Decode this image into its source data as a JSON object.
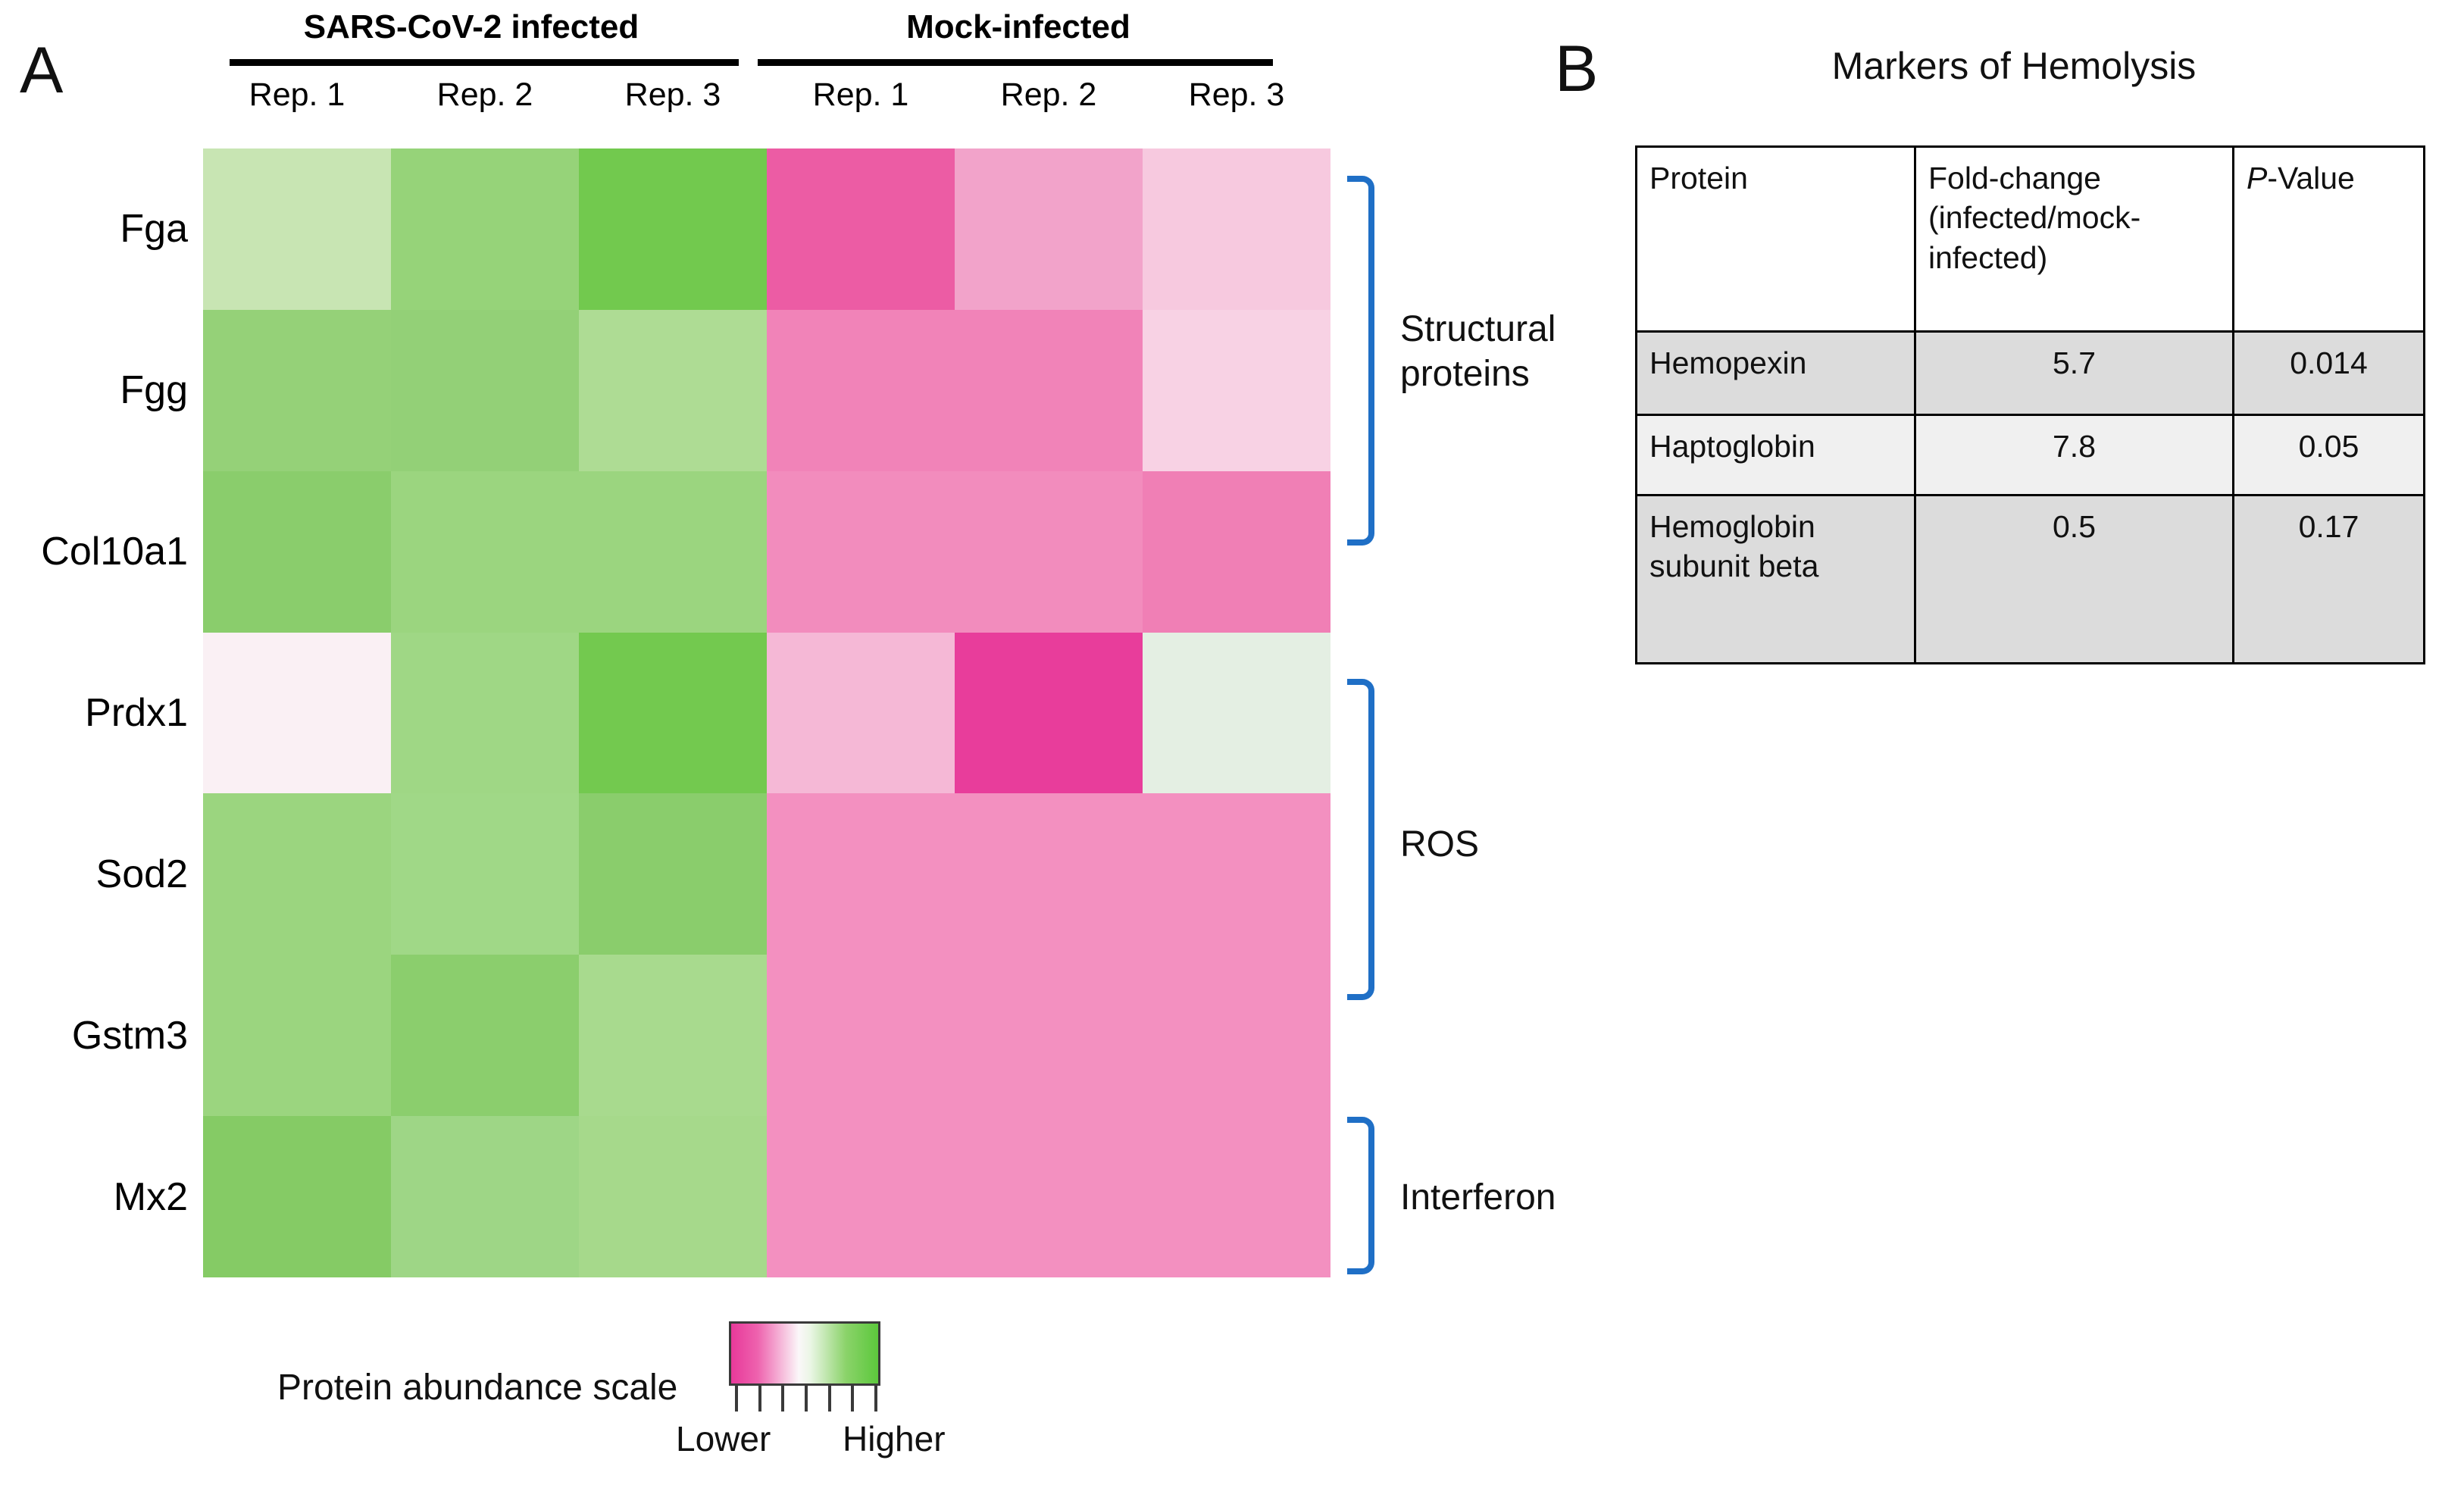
{
  "panel_a": {
    "letter": "A",
    "groups": [
      {
        "title": "SARS-CoV-2 infected"
      },
      {
        "title": "Mock-infected"
      }
    ],
    "replicate_labels": [
      "Rep. 1",
      "Rep. 2",
      "Rep. 3",
      "Rep. 1",
      "Rep. 2",
      "Rep. 3"
    ],
    "row_labels": [
      "Fga",
      "Fgg",
      "Col10a1",
      "Prdx1",
      "Sod2",
      "Gstm3",
      "Mx2"
    ],
    "brackets": [
      {
        "label": "Structural\nproteins"
      },
      {
        "label": "ROS"
      },
      {
        "label": "Interferon"
      }
    ],
    "legend": {
      "caption": "Protein abundance scale",
      "low_label": "Lower",
      "high_label": "Higher",
      "low_color": "#E8399A",
      "mid_color": "#FBF7F9",
      "high_color": "#5CC83C",
      "tick_count": 7
    }
  },
  "panel_b": {
    "letter": "B",
    "title": "Markers of Hemolysis",
    "columns": [
      "Protein",
      "Fold-change (infected/mock-infected)",
      "P-Value"
    ],
    "column_protein": "Protein",
    "column_fold_line1": "Fold-change",
    "column_fold_line2": "(infected/mock-",
    "column_fold_line3": "infected)",
    "column_p_italic": "P",
    "column_p_rest": "-Value",
    "rows": [
      {
        "protein": "Hemopexin",
        "fold_change": "5.7",
        "p_value": "0.014"
      },
      {
        "protein": "Haptoglobin",
        "fold_change": "7.8",
        "p_value": "0.05"
      },
      {
        "protein": "Hemoglobin subunit beta",
        "fold_change": "0.5",
        "p_value": "0.17"
      }
    ]
  },
  "chart_data": {
    "type": "heatmap",
    "title": "",
    "xlabel": "",
    "ylabel": "",
    "grid": false,
    "legend_position": "bottom",
    "colorbar": {
      "label": "Protein abundance scale",
      "min_label": "Lower",
      "max_label": "Higher",
      "colors": [
        "#E8399A",
        "#FBF7F9",
        "#5CC83C"
      ]
    },
    "column_groups": [
      {
        "name": "SARS-CoV-2 infected",
        "columns": [
          0,
          1,
          2
        ]
      },
      {
        "name": "Mock-infected",
        "columns": [
          3,
          4,
          5
        ]
      }
    ],
    "x": [
      "Rep. 1",
      "Rep. 2",
      "Rep. 3",
      "Rep. 1",
      "Rep. 2",
      "Rep. 3"
    ],
    "y": [
      "Fga",
      "Fgg",
      "Col10a1",
      "Prdx1",
      "Sod2",
      "Gstm3",
      "Mx2"
    ],
    "row_groups": [
      {
        "name": "Structural proteins",
        "rows": [
          "Fga",
          "Fgg",
          "Col10a1"
        ]
      },
      {
        "name": "ROS",
        "rows": [
          "Prdx1",
          "Sod2",
          "Gstm3"
        ]
      },
      {
        "name": "Interferon",
        "rows": [
          "Mx2"
        ]
      }
    ],
    "cell_colors": [
      [
        "#C8E5B3",
        "#96D379",
        "#72C94E",
        "#EC5CA4",
        "#F2A3CA",
        "#F7C9DF"
      ],
      [
        "#95D178",
        "#93D077",
        "#AEDC94",
        "#F183B8",
        "#F183B8",
        "#F8D2E4"
      ],
      [
        "#8ACD6C",
        "#9BD57F",
        "#9BD57F",
        "#F28CBD",
        "#F28CBD",
        "#F07FB5"
      ],
      [
        "#FAF0F4",
        "#9FD785",
        "#73C94F",
        "#F5B8D6",
        "#E83D9B",
        "#E4EFE3"
      ],
      [
        "#9BD57F",
        "#A0D887",
        "#8ACD6C",
        "#F390C0",
        "#F390C0",
        "#F390C0"
      ],
      [
        "#9BD57F",
        "#8BCE6D",
        "#A8DA8E",
        "#F390C0",
        "#F390C0",
        "#F390C0"
      ],
      [
        "#85CB65",
        "#9ED686",
        "#A6D98B",
        "#F390C0",
        "#F390C0",
        "#F390C0"
      ]
    ],
    "values": [
      [
        0.62,
        0.78,
        0.9,
        -0.92,
        -0.42,
        -0.2
      ],
      [
        0.79,
        0.8,
        0.7,
        -0.58,
        -0.58,
        -0.14
      ],
      [
        0.84,
        0.75,
        0.75,
        -0.5,
        -0.5,
        -0.56
      ],
      [
        0.03,
        0.74,
        0.9,
        -0.32,
        -0.95,
        0.1
      ],
      [
        0.75,
        0.73,
        0.84,
        -0.48,
        -0.48,
        -0.48
      ],
      [
        0.75,
        0.82,
        0.68,
        -0.48,
        -0.48,
        -0.48
      ],
      [
        0.86,
        0.76,
        0.72,
        -0.48,
        -0.48,
        -0.48
      ]
    ]
  }
}
